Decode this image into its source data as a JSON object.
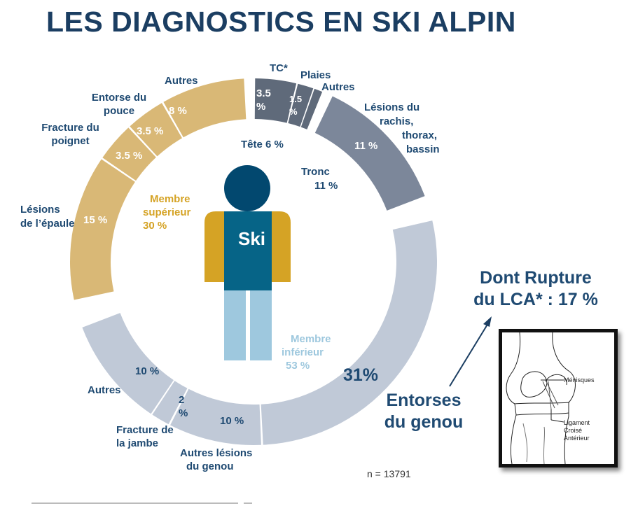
{
  "title": "LES DIAGNOSTICS EN SKI ALPIN",
  "figure_label": "Ski",
  "colors": {
    "upper": "#d9b876",
    "head": "#5f6a7a",
    "trunk": "#7c879a",
    "lower": "#c0c9d7",
    "title": "#1b3e62",
    "body_head": "#02486f",
    "body_torso": "#066487",
    "body_arms": "#d5a325",
    "body_legs": "#9ec8de"
  },
  "groups": {
    "head": {
      "label": "Tête 6 %"
    },
    "trunk": {
      "label": "Tronc",
      "value": "11 %"
    },
    "upper": {
      "label1": "Membre",
      "label2": "supérieur",
      "value": "30  %"
    },
    "lower": {
      "label1": "Membre",
      "label2": "inférieur",
      "value": "53 %"
    }
  },
  "segments": [
    {
      "key": "tc",
      "name": "TC*",
      "value_line1": "3.5",
      "value_line2": "%",
      "percent": 3.5,
      "group": "head"
    },
    {
      "key": "plaies",
      "name": "Plaies",
      "value_line1": "1.5",
      "value_line2": "%",
      "percent": 1.5,
      "group": "head"
    },
    {
      "key": "autres_tete",
      "name": "Autres",
      "percent": 1,
      "group": "head"
    },
    {
      "key": "rachis",
      "name_lines": [
        "Lésions du",
        "rachis,",
        "thorax,",
        "bassin"
      ],
      "value": "11 %",
      "percent": 11,
      "group": "trunk"
    },
    {
      "key": "genou",
      "name_lines": [
        "Entorses",
        "du genou"
      ],
      "value": "31%",
      "percent": 31,
      "group": "lower"
    },
    {
      "key": "autres_genou",
      "name_lines": [
        "Autres lésions",
        "du genou"
      ],
      "value": "10 %",
      "percent": 10,
      "group": "lower"
    },
    {
      "key": "jambe",
      "name_lines": [
        "Fracture de",
        "la jambe"
      ],
      "value_line1": "2",
      "value_line2": "%",
      "percent": 2,
      "group": "lower"
    },
    {
      "key": "autres_inf",
      "name": "Autres",
      "value": "10 %",
      "percent": 10,
      "group": "lower"
    },
    {
      "key": "epaule",
      "name_lines": [
        "Lésions",
        "de l’épaule"
      ],
      "value": "15 %",
      "percent": 15,
      "group": "upper"
    },
    {
      "key": "poignet",
      "name_lines": [
        "Fracture du",
        "poignet"
      ],
      "value": "3.5 %",
      "percent": 3.5,
      "group": "upper"
    },
    {
      "key": "pouce",
      "name_lines": [
        "Entorse du",
        "pouce"
      ],
      "value": "3.5 %",
      "percent": 3.5,
      "group": "upper"
    },
    {
      "key": "autres_sup",
      "name": "Autres",
      "value": "8 %",
      "percent": 8,
      "group": "upper"
    }
  ],
  "lca": {
    "line1": "Dont Rupture",
    "line2": "du LCA* : 17 %"
  },
  "knee_labels": {
    "menisques": "Ménisques",
    "lca1": "Ligament",
    "lca2": "Croisé",
    "lca3": "Antérieur"
  },
  "n": "n = 13791"
}
